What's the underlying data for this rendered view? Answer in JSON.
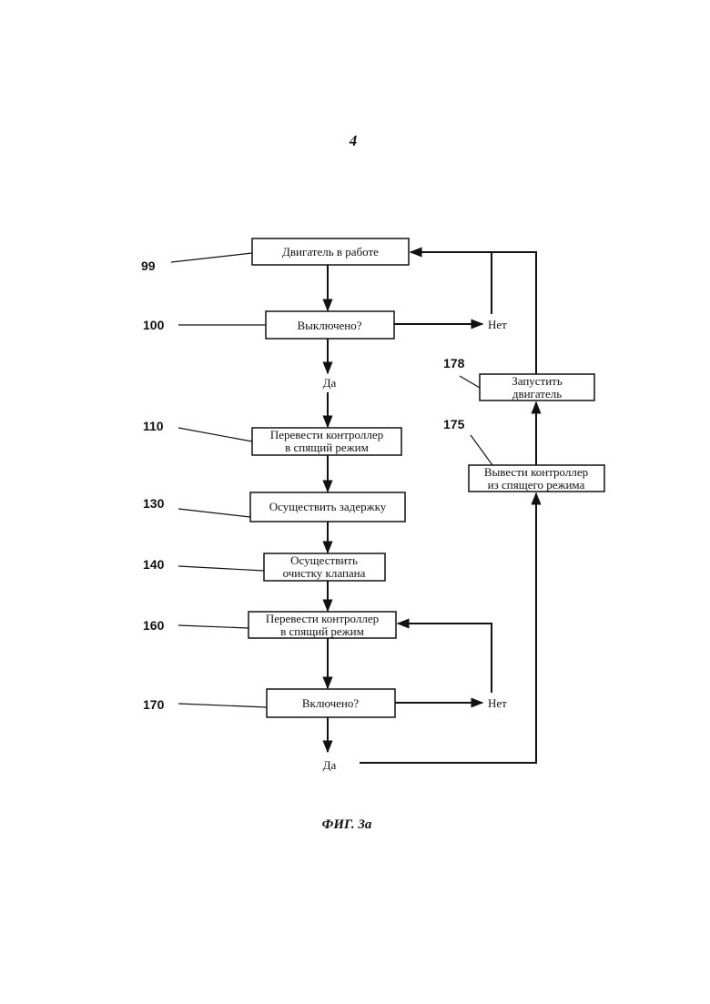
{
  "page_number": "4",
  "figure_caption": "ФИГ. 3а",
  "ref_numbers": {
    "n99": "99",
    "n100": "100",
    "n110": "110",
    "n130": "130",
    "n140": "140",
    "n160": "160",
    "n170": "170",
    "n175": "175",
    "n178": "178"
  },
  "steps": {
    "engine_running": "Двигатель в работе",
    "off_question": "Выключено?",
    "sleep_1_line1": "Перевести контроллер",
    "sleep_1_line2": "в спящий режим",
    "delay": "Осуществить задержку",
    "purge_line1": "Осуществить",
    "purge_line2": "очистку клапана",
    "sleep_2_line1": "Перевести контроллер",
    "sleep_2_line2": "в спящий режим",
    "on_question": "Включено?",
    "wake_line1": "Вывести контроллер",
    "wake_line2": "из спящего режима",
    "start_line1": "Запустить",
    "start_line2": "двигатель"
  },
  "labels": {
    "yes_1": "Да",
    "no_1": "Нет",
    "yes_2": "Да",
    "no_2": "Нет"
  }
}
